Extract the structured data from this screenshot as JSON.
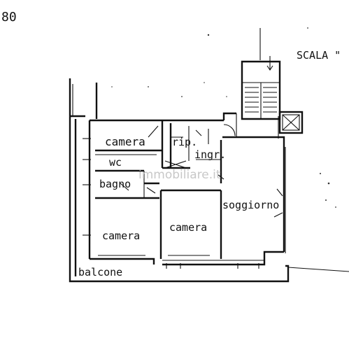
{
  "corner_text": "80",
  "stair_label": "SCALA \"",
  "watermark": "immobiliare.it",
  "rooms": {
    "camera_top": "camera",
    "rip": "rip.",
    "ingr": "ingr.",
    "wc": "wc",
    "bagno": "bagno",
    "soggiorno": "soggiorno",
    "camera_left": "camera",
    "camera_center": "camera",
    "balcone": "balcone"
  },
  "colors": {
    "ink": "#111111",
    "watermark": "#c8c8c8"
  }
}
